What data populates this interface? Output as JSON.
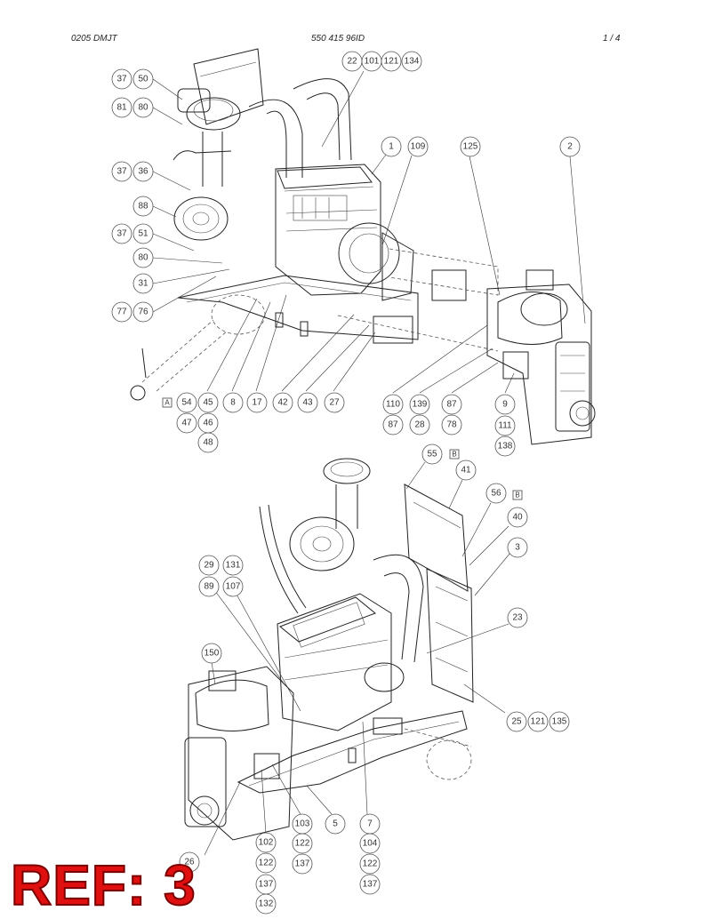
{
  "header": {
    "left": "0205 DMJT",
    "center": "550 415 96ID",
    "right": "1 /   4"
  },
  "ref_label": "REF: 3",
  "diagram": {
    "upper_view": {
      "callouts": [
        "37",
        "50",
        "81",
        "80",
        "37",
        "36",
        "88",
        "37",
        "51",
        "80",
        "31",
        "77",
        "76",
        "22",
        "101",
        "121",
        "134",
        "1",
        "109",
        "125",
        "2",
        "54",
        "45",
        "47",
        "46",
        "48",
        "8",
        "17",
        "42",
        "43",
        "27",
        "110",
        "139",
        "87",
        "28",
        "87",
        "78",
        "9",
        "111",
        "138"
      ],
      "box_labels": [
        "A"
      ]
    },
    "lower_view": {
      "callouts": [
        "55",
        "41",
        "56",
        "40",
        "3",
        "29",
        "131",
        "89",
        "107",
        "23",
        "150",
        "25",
        "121",
        "135",
        "26",
        "102",
        "122",
        "137",
        "132",
        "103",
        "122",
        "137",
        "5",
        "7",
        "104",
        "122",
        "137"
      ],
      "box_labels": [
        "B",
        "B"
      ]
    }
  }
}
